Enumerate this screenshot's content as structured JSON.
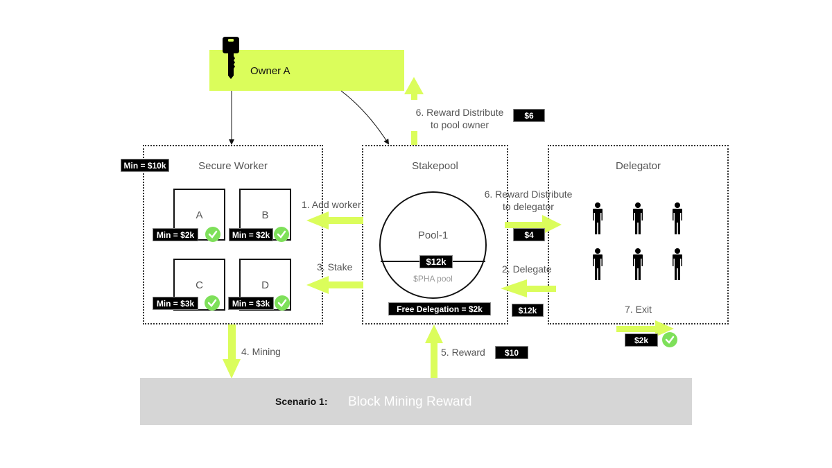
{
  "owner": {
    "label": "Owner A",
    "icon": "key-icon"
  },
  "secure_worker": {
    "title": "Secure Worker",
    "min_badge": "Min = $10k",
    "workers": [
      {
        "letter": "A",
        "min": "Min = $2k",
        "status": "check"
      },
      {
        "letter": "B",
        "min": "Min = $2k",
        "status": "check"
      },
      {
        "letter": "C",
        "min": "Min = $3k",
        "status": "check"
      },
      {
        "letter": "D",
        "min": "Min = $3k",
        "status": "check"
      }
    ]
  },
  "stakepool": {
    "title": "Stakepool",
    "pool_name": "Pool-1",
    "pool_amount": "$12k",
    "pool_subtitle": "$PHA pool",
    "free_delegation": "Free Delegation = $2k"
  },
  "delegator": {
    "title": "Delegator",
    "people_count": 6,
    "exit_label": "7. Exit",
    "exit_amount": "$2k"
  },
  "flows": {
    "add_worker": "1. Add worker",
    "stake": "3. Stake",
    "delegate": "2. Delegate",
    "delegate_amount": "$12k",
    "reward_to_delegator_line1": "6. Reward Distribute",
    "reward_to_delegator_line2": "to delegator",
    "reward_to_delegator_amount": "$4",
    "reward_to_owner_line1": "6. Reward Distribute",
    "reward_to_owner_line2": "to pool owner",
    "reward_to_owner_amount": "$6",
    "mining": "4. Mining",
    "reward": "5. Reward",
    "reward_amount": "$10"
  },
  "scenario": {
    "label": "Scenario 1:",
    "title": "Block Mining Reward"
  },
  "colors": {
    "accent": "#dbfd5b",
    "check": "#7ee05a",
    "bar": "#d6d6d6",
    "badge": "#000000"
  }
}
